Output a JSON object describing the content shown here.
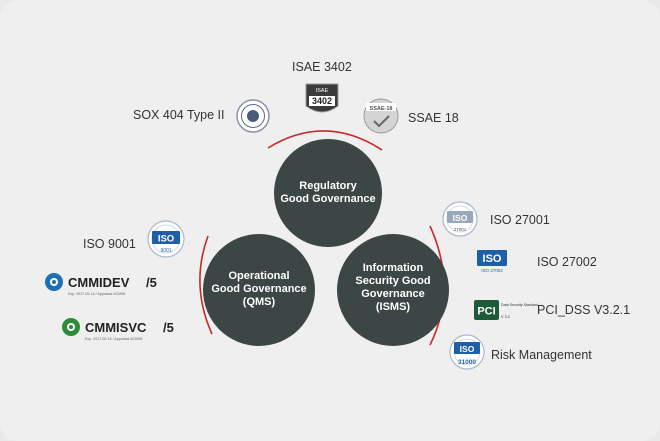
{
  "colors": {
    "background": "#efefef",
    "circle_fill": "#3c4644",
    "arc_red": "#c62a2a",
    "label_text": "#333333",
    "iso_blue": "#1f5fa8",
    "cmmi_dev_blue": "#1f6fb5",
    "cmmi_svc_green": "#2e8b3a"
  },
  "circles": {
    "regulatory": {
      "lines": [
        "Regulatory",
        "Good Governance"
      ]
    },
    "operational": {
      "lines": [
        "Operational",
        "Good Governance",
        "(QMS)"
      ]
    },
    "information": {
      "lines": [
        "Information",
        "Security Good",
        "Governance",
        "(ISMS)"
      ]
    }
  },
  "regulatory_items": {
    "sox": {
      "label": "SOX 404 Type II",
      "icon": "sox-seal-icon"
    },
    "isae": {
      "label": "ISAE 3402",
      "icon": "isae-badge-icon",
      "badge_top": "ISAE",
      "badge_number": "3402"
    },
    "ssae": {
      "label": "SSAE 18",
      "icon": "ssae-badge-icon",
      "badge_text": "SSAE-18"
    }
  },
  "operational_items": {
    "iso9001": {
      "label": "ISO 9001",
      "icon": "iso-9001-icon",
      "badge_text": "ISO",
      "badge_number": "9001"
    },
    "cmmi_dev": {
      "logo_main": "CMMIDEV",
      "logo_slash": "/5",
      "icon": "cmmi-dev-logo-icon",
      "fine_print": "Exp. 2017-09-16 / Appraisal #22898"
    },
    "cmmi_svc": {
      "logo_main": "CMMISVC",
      "logo_slash": "/5",
      "icon": "cmmi-svc-logo-icon",
      "fine_print": "Exp. 2017-09-16 / Appraisal #22898"
    }
  },
  "information_items": {
    "iso27001": {
      "label": "ISO 27001",
      "icon": "iso-27001-icon",
      "badge_text": "ISO",
      "badge_number": "27001"
    },
    "iso27002": {
      "label": "ISO 27002",
      "icon": "iso-27002-icon",
      "badge_text": "ISO",
      "badge_number": "ISO 27002"
    },
    "pci": {
      "label": "PCI_DSS V3.2.1",
      "icon": "pci-logo-icon",
      "badge_text": "PCI",
      "badge_small": "Data Security Standard",
      "badge_version": "V 3.2"
    },
    "risk": {
      "label": "Risk Management",
      "icon": "iso-31000-icon",
      "badge_text": "ISO",
      "badge_number": "31000"
    }
  }
}
